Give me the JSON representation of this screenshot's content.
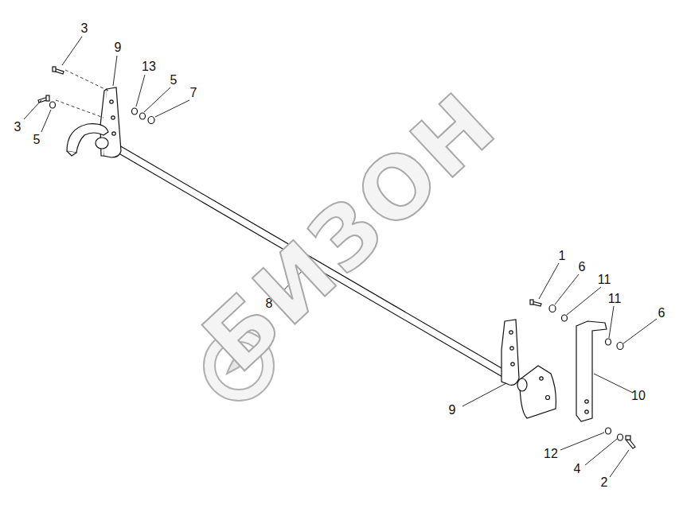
{
  "diagram": {
    "labels": [
      "3",
      "9",
      "13",
      "5",
      "7",
      "3",
      "5",
      "8",
      "1",
      "6",
      "11",
      "11",
      "6",
      "9",
      "10",
      "12",
      "4",
      "2",
      "БИЗОН"
    ]
  }
}
